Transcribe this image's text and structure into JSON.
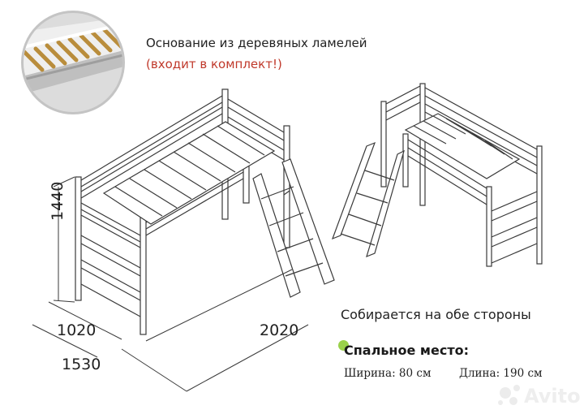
{
  "inset": {
    "caption": "Основание из деревяных ламелей",
    "note": "(входит в комплект!)",
    "note_color": "#c0392b"
  },
  "dimensions": {
    "height": "1440",
    "depth": "1020",
    "length": "2020",
    "total": "1530"
  },
  "assembly_note": "Собирается на обе стороны",
  "berth": {
    "title": "Спальное место:",
    "width": "Ширина: 80 см",
    "length": "Длина: 190 см",
    "accent": "#9ad14a"
  },
  "watermark": {
    "text": "Avito",
    "icon": "avito-logo-icon"
  },
  "line_color": "#3a3a3a"
}
